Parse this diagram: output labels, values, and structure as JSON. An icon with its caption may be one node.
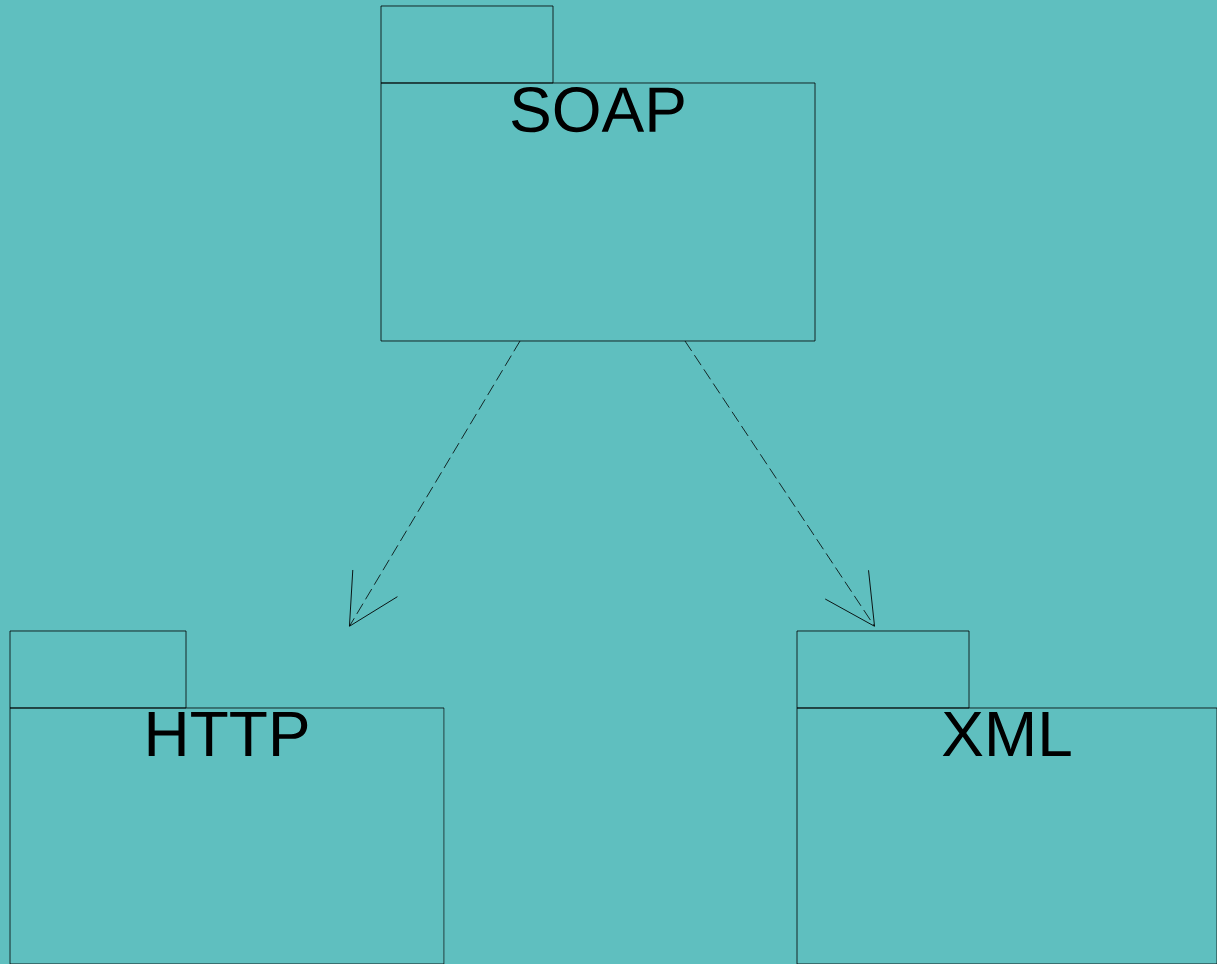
{
  "diagram": {
    "nodes": [
      {
        "text": [
          "SOAP"
        ]
      },
      {
        "text": [
          "HTTP"
        ]
      },
      {
        "text": [
          "XML"
        ]
      }
    ],
    "edges": [
      {
        "from": 0,
        "to": 1,
        "arrow": "to",
        "style": "dashed"
      },
      {
        "from": 0,
        "to": 2,
        "arrow": "to",
        "style": "dashed"
      }
    ]
  }
}
